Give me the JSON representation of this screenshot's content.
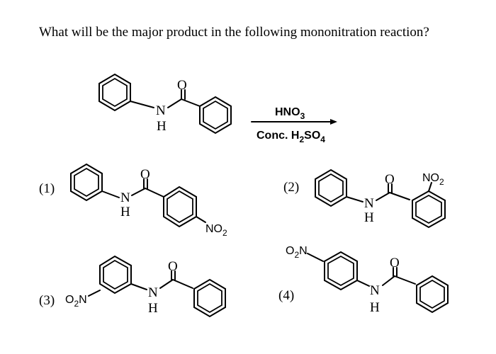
{
  "question": "What will be the major product in the following mononitration reaction?",
  "reagents": {
    "top": "HNO",
    "top_sub": "3",
    "bottom_prefix": "Conc. H",
    "bottom_sub1": "2",
    "bottom_mid": "SO",
    "bottom_sub2": "4"
  },
  "atoms": {
    "N": "N",
    "H": "H",
    "O": "O",
    "NO": "NO",
    "NO_sub": "2",
    "O2N_O": "O",
    "O2N_sub": "2",
    "O2N_N": "N"
  },
  "options": [
    "(1)",
    "(2)",
    "(3)",
    "(4)"
  ]
}
